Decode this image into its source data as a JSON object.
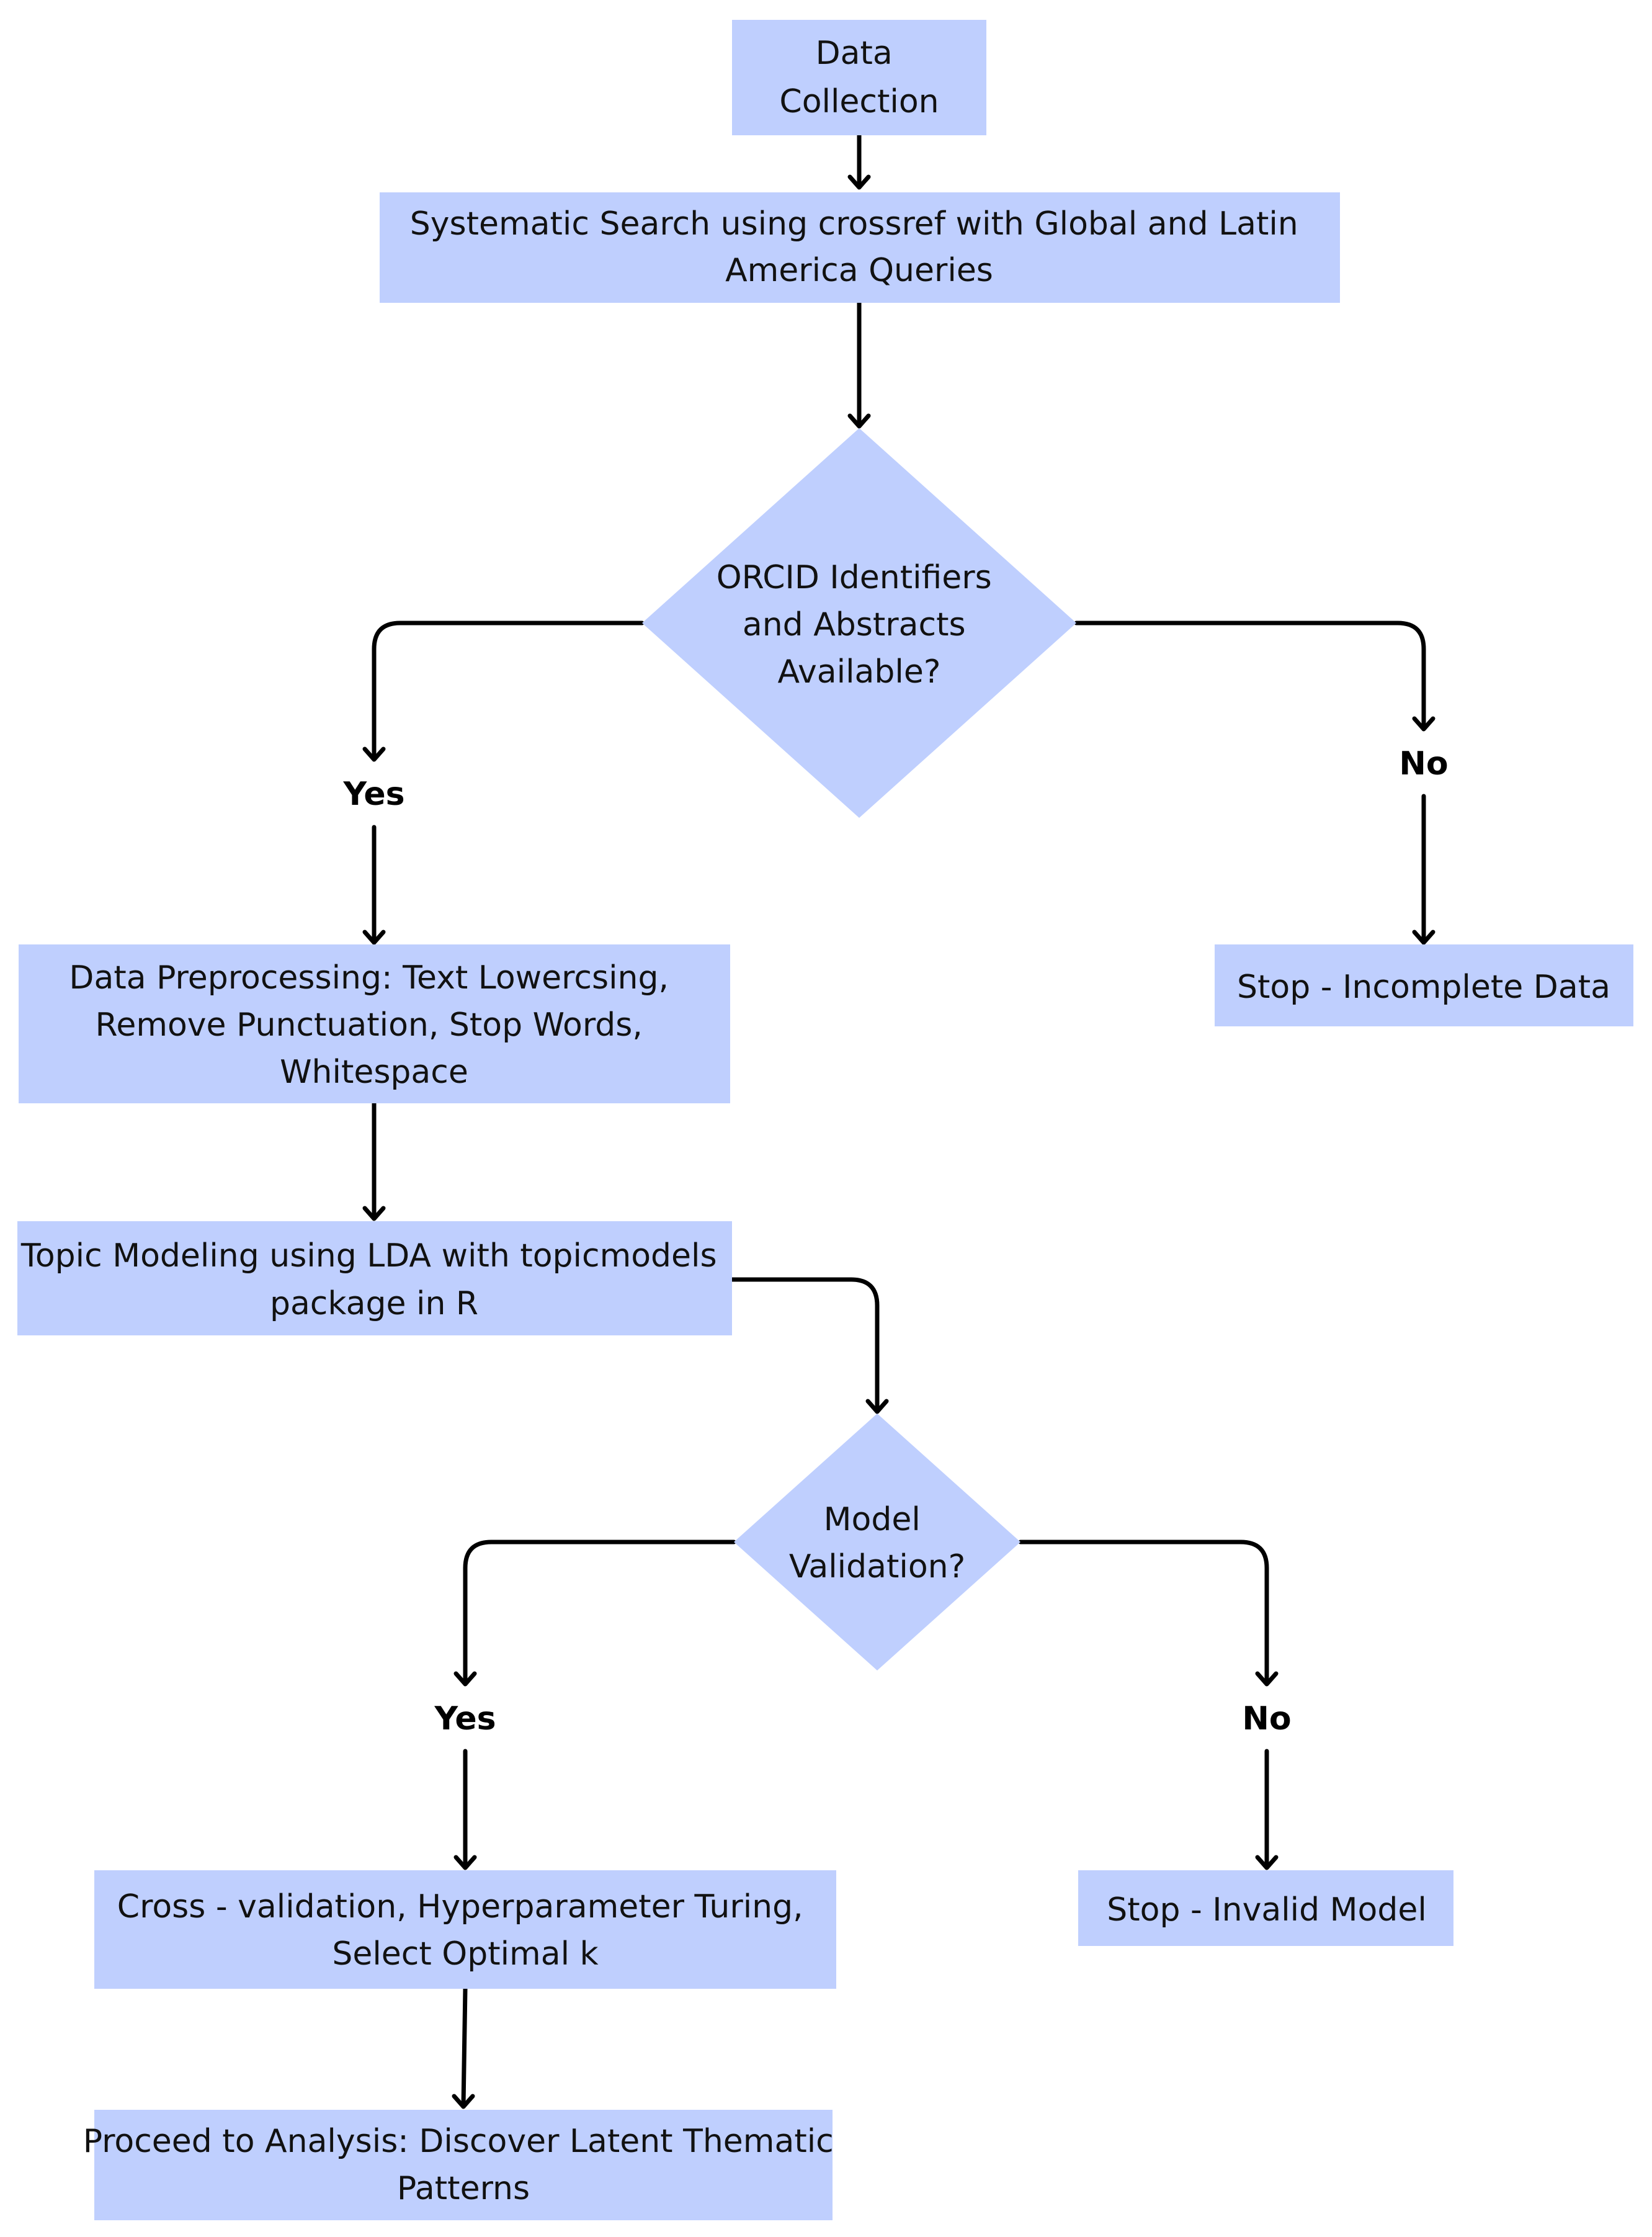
{
  "nodes": {
    "data_collection": [
      "Data",
      "Collection"
    ],
    "systematic_search": [
      "Systematic Search using crossref with Global and Latin",
      "America Queries"
    ],
    "orcid_decision": [
      "ORCID Identifiers",
      "and Abstracts",
      "Available?"
    ],
    "preprocessing": [
      "Data Preprocessing: Text Lowercsing,",
      "Remove Punctuation, Stop Words,",
      "Whitespace"
    ],
    "stop_incomplete": [
      "Stop - Incomplete Data"
    ],
    "topic_modeling": [
      "Topic Modeling using LDA with topicmodels",
      "package in R"
    ],
    "model_validation": [
      "Model",
      "Validation?"
    ],
    "cross_validation": [
      "Cross - validation, Hyperparameter Turing,",
      "Select Optimal k"
    ],
    "stop_invalid": [
      "Stop - Invalid Model"
    ],
    "proceed": [
      "Proceed to Analysis: Discover Latent Thematic",
      "Patterns"
    ]
  },
  "labels": {
    "orcid_yes": "Yes",
    "orcid_no": "No",
    "validation_yes": "Yes",
    "validation_no": "No"
  },
  "colors": {
    "node_fill": "#bfcffe",
    "connector": "#000000",
    "text": "#111111"
  }
}
